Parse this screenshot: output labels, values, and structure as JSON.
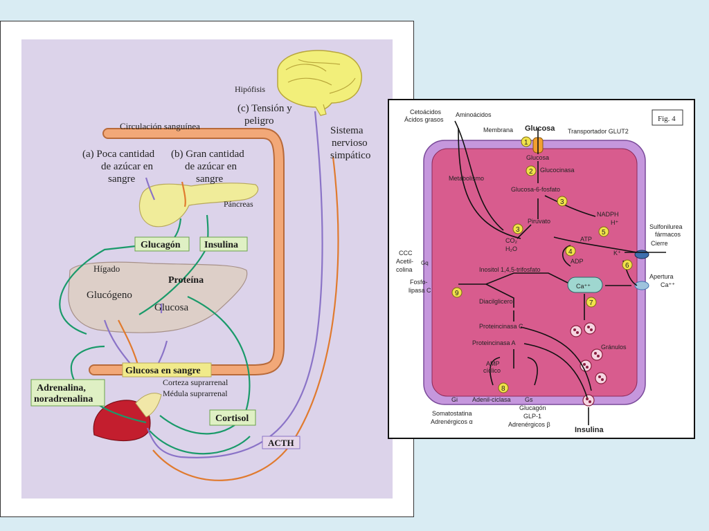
{
  "left_diagram": {
    "labels": {
      "hipofisis": "Hipófisis",
      "stress_line1": "(c) Tensión y",
      "stress_line2": "peligro",
      "sns_line1": "Sistema",
      "sns_line2": "nervioso",
      "sns_line3": "simpático",
      "circulation": "Circulación sanguínea",
      "low_sugar_1": "(a) Poca cantidad",
      "low_sugar_2": "de azúcar en",
      "low_sugar_3": "sangre",
      "high_sugar_1": "(b) Gran cantidad",
      "high_sugar_2": "de azúcar en",
      "high_sugar_3": "sangre",
      "pancreas": "Páncreas",
      "glucagon": "Glucagón",
      "insulina": "Insulina",
      "higado": "Hígado",
      "glucogeno": "Glucógeno",
      "proteina": "Proteína",
      "glucosa": "Glucosa",
      "blood_glucose": "Glucosa en sangre",
      "adrenalina_1": "Adrenalina,",
      "adrenalina_2": "noradrenalina",
      "corteza": "Corteza suprarrenal",
      "medula": "Médula suprarrenal",
      "cortisol": "Cortisol",
      "acth": "ACTH"
    },
    "colors": {
      "background": "#dcd3ea",
      "vessel": "#f2a878",
      "purple_arrow": "#8a73c7",
      "green_arrow": "#1a9a6a",
      "orange_arrow": "#e07a2e",
      "label_box": "#dff0c4",
      "acth_box": "#e6d7ea"
    }
  },
  "right_diagram": {
    "fig_label": "Fig. 4",
    "labels": {
      "cetoacidos": "Cetoácidos",
      "acidos_grasos": "Ácidos grasos",
      "aminoacidos": "Aminoácidos",
      "membrana": "Membrana",
      "glucosa_ext": "Glucosa",
      "glut2": "Transportador GLUT2",
      "glucosa_int": "Glucosa",
      "glucocinasa": "Glucocinasa",
      "metabolismo": "Metabolismo",
      "g6p": "Glucosa-6-fosfato",
      "nadph": "NADPH",
      "h_plus": "H⁺",
      "piruvato": "Piruvato",
      "co2": "CO₂",
      "h2o": "H₂O",
      "atp": "ATP",
      "adp": "ADP",
      "sulfonilurea_1": "Sulfonilurea",
      "sulfonilurea_2": "fármacos",
      "cierre": "Cierre",
      "k_plus": "K⁺",
      "ccc": "CCC",
      "acetil": "Acetil-",
      "colina": "colina",
      "gq": "Gq",
      "fosfo": "Fosfo-",
      "lipasa": "lipasa C",
      "ip3": "Inositol 1,4,5-trifosfato",
      "ca": "Ca⁺⁺",
      "apertura": "Apertura",
      "ca_ext": "Ca⁺⁺",
      "diacilglicerol": "Diacilglicerol",
      "pkc": "Proteincinasa C",
      "pka": "Proteincinasa A",
      "amp_1": "AMP",
      "amp_2": "cíclico",
      "granulos": "Gránulos",
      "gi": "Gi",
      "adenil": "Adenil-ciclasa",
      "gs": "Gs",
      "somatostatina": "Somatostatina",
      "adrenergicos_a": "Adrenérgicos α",
      "glucagon": "Glucagón",
      "glp1": "GLP-1",
      "adrenergicos_b": "Adrenérgicos β",
      "insulina": "Insulina"
    },
    "steps": [
      "1",
      "2",
      "3",
      "3",
      "4",
      "5",
      "6",
      "7",
      "8",
      "9"
    ],
    "colors": {
      "cell_membrane": "#b68ad4",
      "cytoplasm": "#d85c8e",
      "step_circle": "#f1e24a",
      "channel": "#3e6fae",
      "granule": "#8a2040"
    }
  }
}
